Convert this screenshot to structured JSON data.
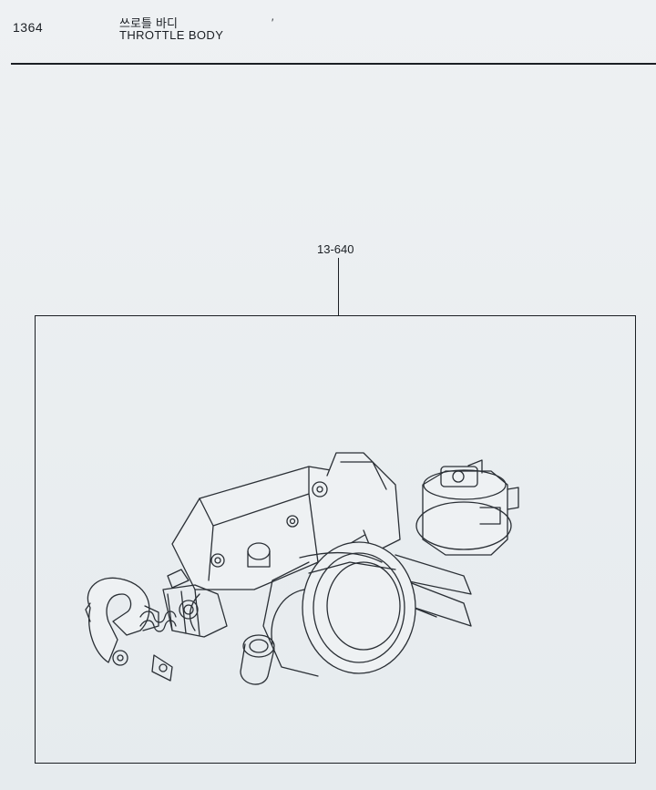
{
  "header": {
    "page_number": "1364",
    "title_korean": "쓰로틀 바디",
    "title_english": "THROTTLE BODY",
    "mark": "′"
  },
  "illustration": {
    "part_number_label": "13-640",
    "subject_icon": "throttle-body-drawing"
  }
}
